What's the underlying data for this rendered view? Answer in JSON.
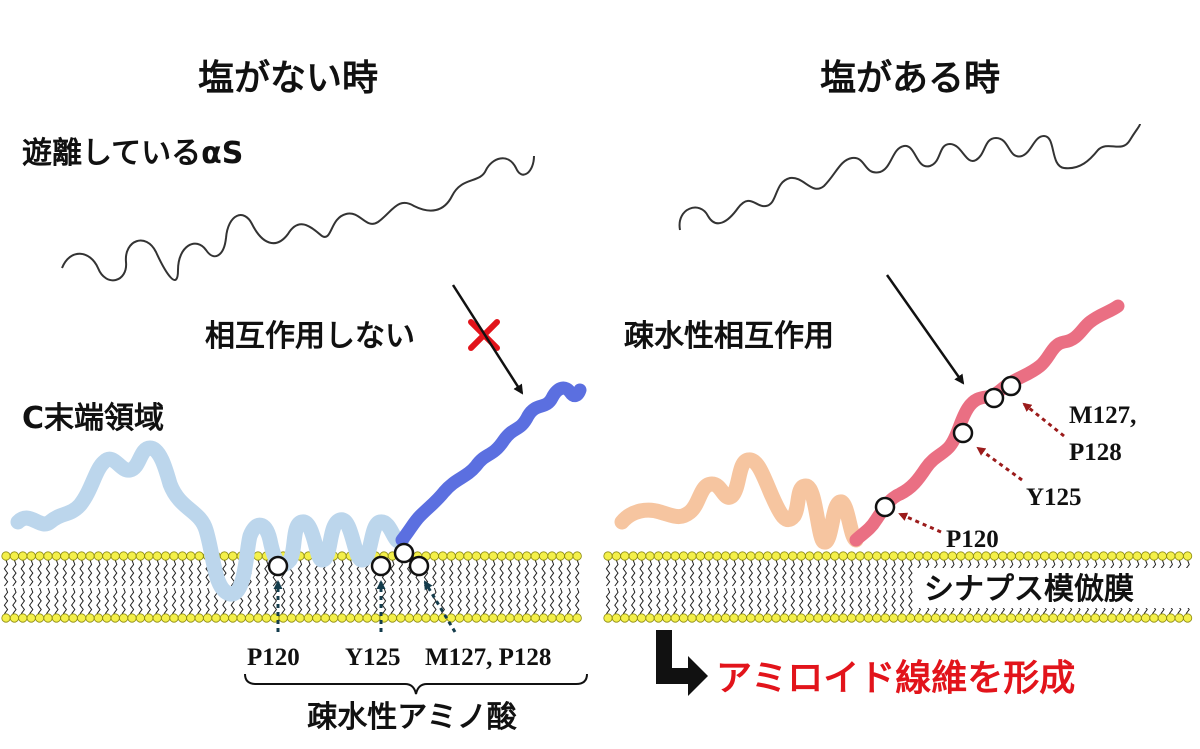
{
  "left": {
    "title": "塩がない時",
    "free_label": "遊離しているαS",
    "no_interaction_label": "相互作用しない",
    "cterm_label": "C末端領域",
    "residue_p120": "P120",
    "residue_y125": "Y125",
    "residue_m127_p128": "M127, P128",
    "hydrophobic_label": "疎水性アミノ酸"
  },
  "right": {
    "title": "塩がある時",
    "interaction_label": "疎水性相互作用",
    "residue_m127": "M127,",
    "residue_p128": "P128",
    "residue_y125": "Y125",
    "residue_p120": "P120",
    "membrane_label": "シナプス模倣膜",
    "result_label": "アミロイド線維を形成"
  },
  "colors": {
    "no_salt_chain": "#bcd6ec",
    "no_salt_cterm": "#5b6fe0",
    "salt_chain": "#f6c5a0",
    "salt_cterm": "#ea6f83",
    "membrane_head": "#f4f04a",
    "arrow_dark_teal": "#143c4c",
    "arrow_dark_red": "#9b1b1b",
    "result_red": "#e2141b"
  }
}
